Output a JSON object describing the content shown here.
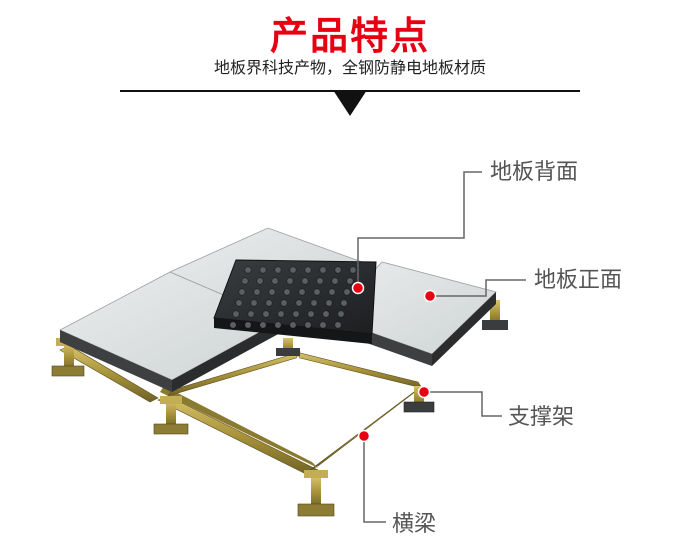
{
  "header": {
    "title": "产品特点",
    "subtitle": "地板界科技产物，全钢防静电地板材质"
  },
  "callouts": {
    "panel_back": "地板背面",
    "panel_front": "地板正面",
    "support": "支撑架",
    "beam": "横梁"
  },
  "colors": {
    "accent": "#e60012",
    "callout_line": "#666666",
    "panel_surface": "#dfe3e3",
    "frame": "#b8a24a"
  }
}
